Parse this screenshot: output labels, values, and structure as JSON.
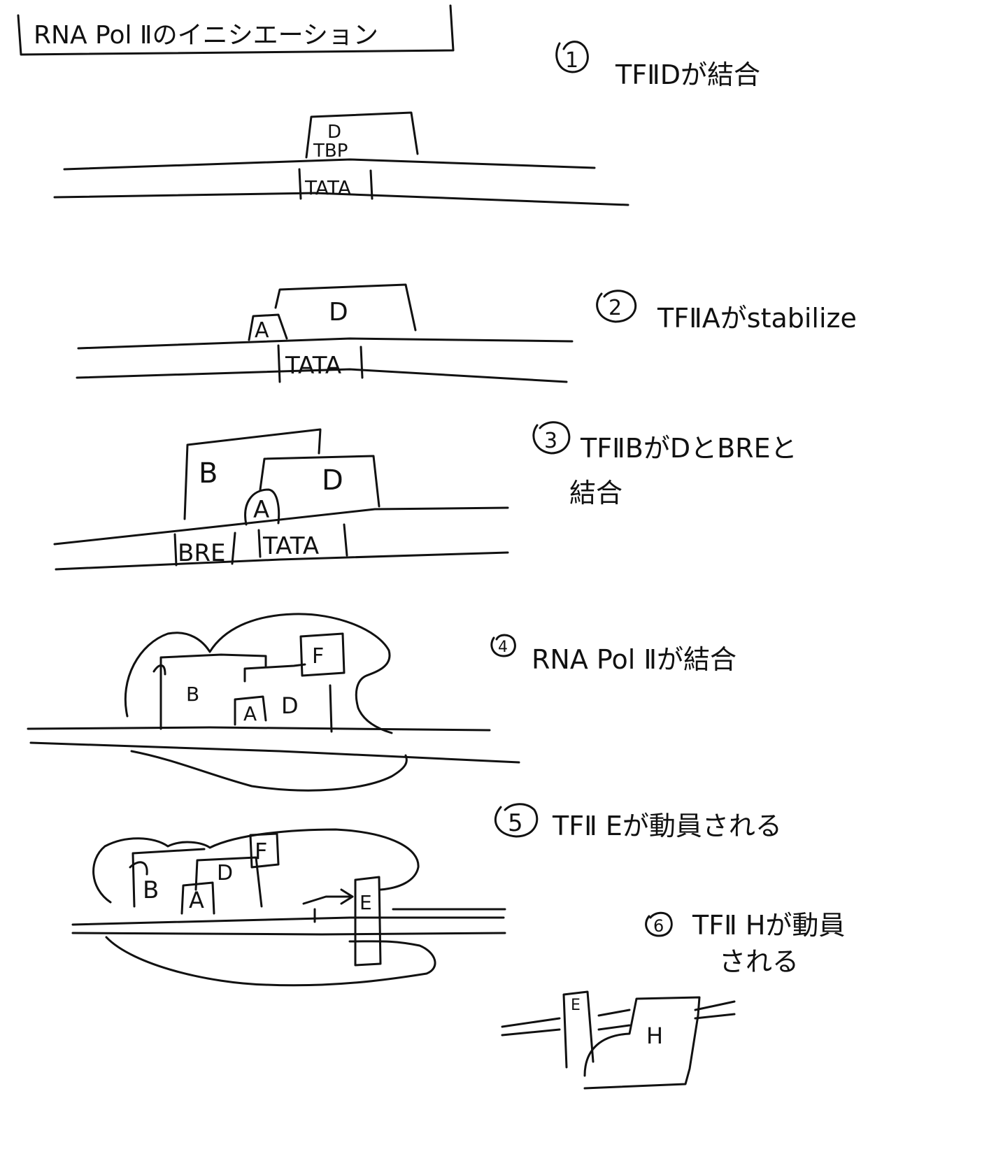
{
  "title": "RNA Pol Ⅱのイニシエーション",
  "steps": [
    {
      "number": "1",
      "text": "TFⅡDが結合"
    },
    {
      "number": "2",
      "text": "TFⅡAがstabilize"
    },
    {
      "number": "3",
      "text_line1": "TFⅡBがDとBREと",
      "text_line2": "結合"
    },
    {
      "number": "4",
      "text": "RNA Pol Ⅱが結合"
    },
    {
      "number": "5",
      "text": "TFⅡ Eが動員される"
    },
    {
      "number": "6",
      "text_line1": "TFⅡ Hが動員",
      "text_line2": "される"
    }
  ],
  "labels": {
    "d": "D",
    "tbp": "TBP",
    "tata": "TATA",
    "a": "A",
    "b": "B",
    "bre": "BRE",
    "f": "F",
    "e": "E",
    "h": "H"
  }
}
